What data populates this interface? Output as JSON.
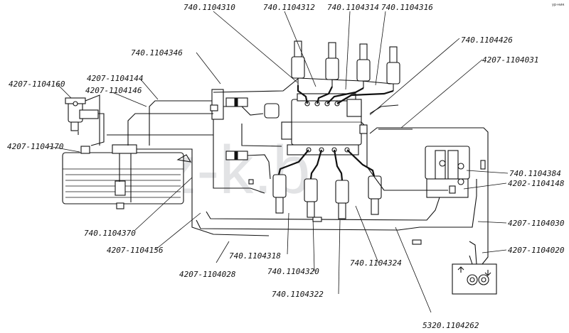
{
  "corner_note": "ур-ник",
  "watermark": "maz-k.b",
  "labels": {
    "l_1104310": "740.1104310",
    "l_1104312": "740.1104312",
    "l_1104314": "740.1104314",
    "l_1104316": "740.1104316",
    "l_1104426": "740.1104426",
    "l_1104346": "740.1104346",
    "l_1104031": "4207-1104031",
    "l_1104144": "4207-1104144",
    "l_1104160": "4207-1104160",
    "l_1104146": "4207-1104146",
    "l_1104170": "4207-1104170",
    "l_1104384": "740.1104384",
    "l_1104148": "4202-1104148",
    "l_1104370": "740.1104370",
    "l_1104030": "4207-1104030",
    "l_1104156": "4207-1104156",
    "l_1104020": "4207-1104020",
    "l_1104318": "740.1104318",
    "l_1104028": "4207-1104028",
    "l_1104320": "740.1104320",
    "l_1104324": "740.1104324",
    "l_1104322": "740.1104322",
    "l_1104262": "5320.1104262"
  }
}
